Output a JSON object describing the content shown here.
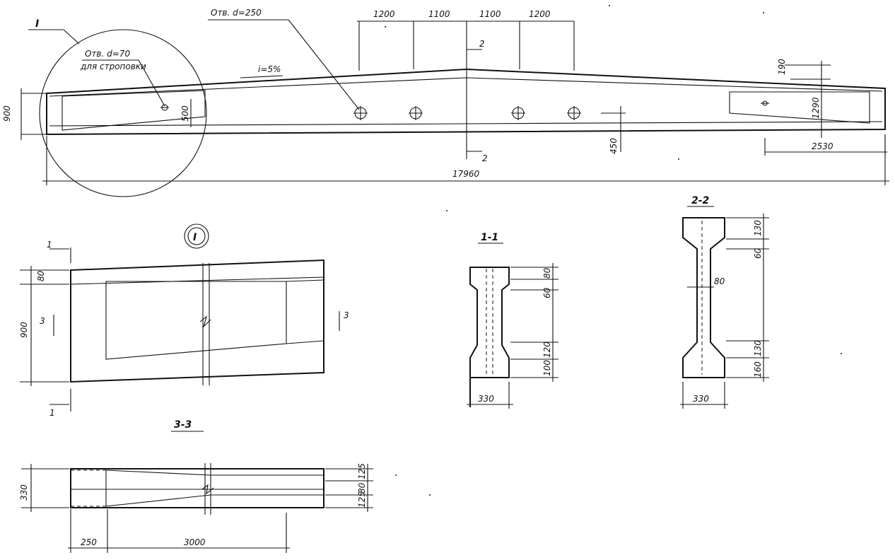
{
  "elevation": {
    "callout": "I",
    "hole_label": "Отв. d=250",
    "lifting_hole_label": "Отв. d=70",
    "lifting_hole_note": "для строповки",
    "slope_label": "i=5%",
    "dim_top": [
      "1200",
      "1100",
      "1100",
      "1200"
    ],
    "dim_height_left": "900",
    "dim_height_right": "1290",
    "dim_top_right": "190",
    "dim_hole_level": "450",
    "dim_lifting_hole": "500",
    "dim_end_right": "2530",
    "dim_total": "17960",
    "cut_2_top": "2",
    "cut_2_bottom": "2"
  },
  "detail": {
    "callout": "I",
    "cut_1_top": "1",
    "cut_1_bottom": "1",
    "cut_3_left": "3",
    "cut_3_right": "3",
    "dim_height": "900",
    "dim_flange": "80"
  },
  "section_1_1": {
    "title": "1-1",
    "dim_top": "80",
    "dim_flange": "60",
    "dim_lower_a": "120",
    "dim_lower_b": "100",
    "dim_width": "330"
  },
  "section_2_2": {
    "title": "2-2",
    "dim_top": "130",
    "dim_flange": "60",
    "dim_web": "80",
    "dim_lower_a": "130",
    "dim_lower_b": "160",
    "dim_width": "330"
  },
  "section_3_3": {
    "title": "3-3",
    "dim_height": "330",
    "dim_right_a": "125",
    "dim_right_b": "80",
    "dim_right_c": "125",
    "dim_left": "250",
    "dim_length": "3000"
  }
}
